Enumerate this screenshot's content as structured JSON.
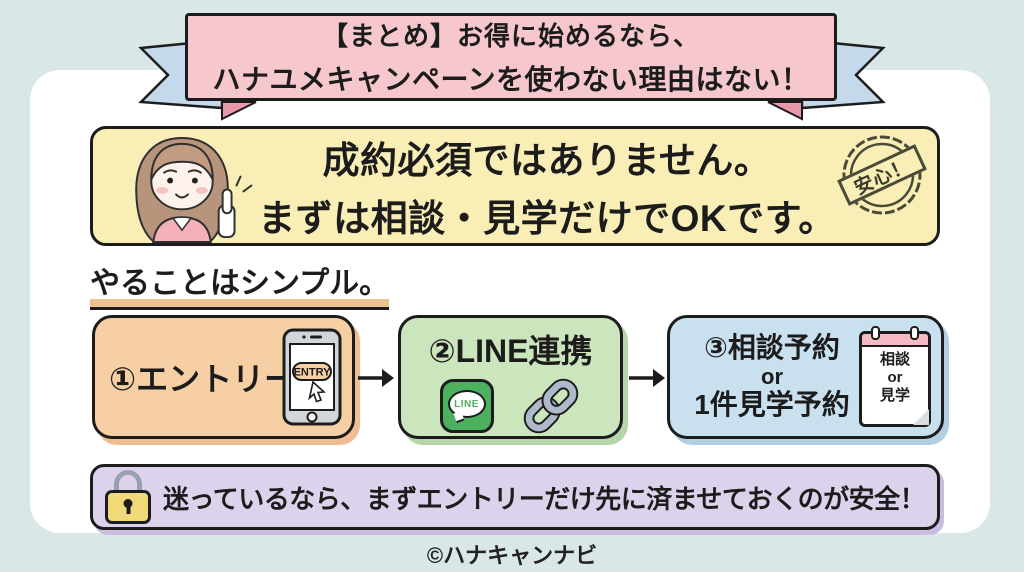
{
  "banner": {
    "line1": "【まとめ】お得に始めるなら、",
    "line2": "ハナユメキャンペーンを使わない理由はない！"
  },
  "hero": {
    "line1": "成約必須ではありません。",
    "line2": "まずは相談・見学だけでOKです。",
    "stamp_label": "安心！"
  },
  "steps": {
    "heading": "やることはシンプル。",
    "step1": {
      "label": "①エントリー",
      "phone_button_label": "ENTRY"
    },
    "step2": {
      "label": "②LINE連携",
      "line_icon_label": "LINE"
    },
    "step3": {
      "label_line1": "③相談予約",
      "label_line2": "or",
      "label_line3": "1件見学予約",
      "calendar_line1": "相談",
      "calendar_line2": "or",
      "calendar_line3": "見学"
    }
  },
  "note": {
    "text": "迷っているなら、まずエントリーだけ先に済ませておくのが安全！"
  },
  "footer": {
    "copyright": "©ハナキャンナビ"
  },
  "colors": {
    "background": "#d9e8e6",
    "banner_pink": "#f6c8ce",
    "ribbon_blue": "#c5d9ec",
    "banner_fold_pink": "#e798ab",
    "hero_yellow": "#f9efb6",
    "step1_orange": "#f6cfa4",
    "step2_green": "#cbe5bd",
    "step3_blue": "#c9e1ef",
    "note_purple": "#dcd2eb",
    "line_green": "#4db05f",
    "chain_gray": "#aeb9cb",
    "lock_yellow": "#f0da7a",
    "calendar_pink": "#f5b9c3",
    "ink": "#1c1c1c"
  }
}
